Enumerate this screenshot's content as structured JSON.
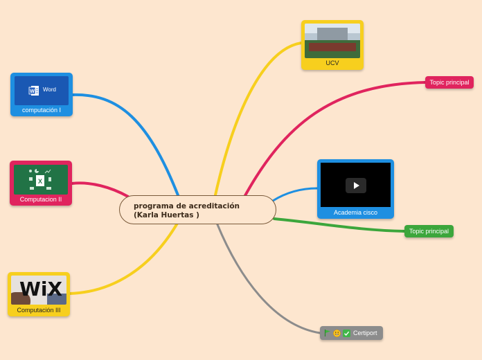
{
  "central_topic": "programa de acreditación\n(Karla Huertas )",
  "nodes": {
    "computacion1": {
      "label": "computación I",
      "image_label": "Word",
      "color": "#1e8fe1"
    },
    "computacion2": {
      "label": "Computacion II",
      "color": "#e0245e"
    },
    "computacion3": {
      "label": "Computación III",
      "image_label": "WiX",
      "color": "#f7cf1e"
    },
    "ucv": {
      "label": "UCV",
      "color": "#f7cf1e"
    },
    "topic1": {
      "label": "Topic principal",
      "color": "#e0245e"
    },
    "academia": {
      "label": "Academia cisco",
      "color": "#1e8fe1"
    },
    "topic2": {
      "label": "Topic principal",
      "color": "#3ca63c"
    },
    "certiport": {
      "label": "Certiport",
      "color": "#8c8c8c"
    }
  },
  "icons": {
    "certiport": [
      "flag-icon",
      "grinning-face-icon",
      "check-mark-icon"
    ]
  }
}
